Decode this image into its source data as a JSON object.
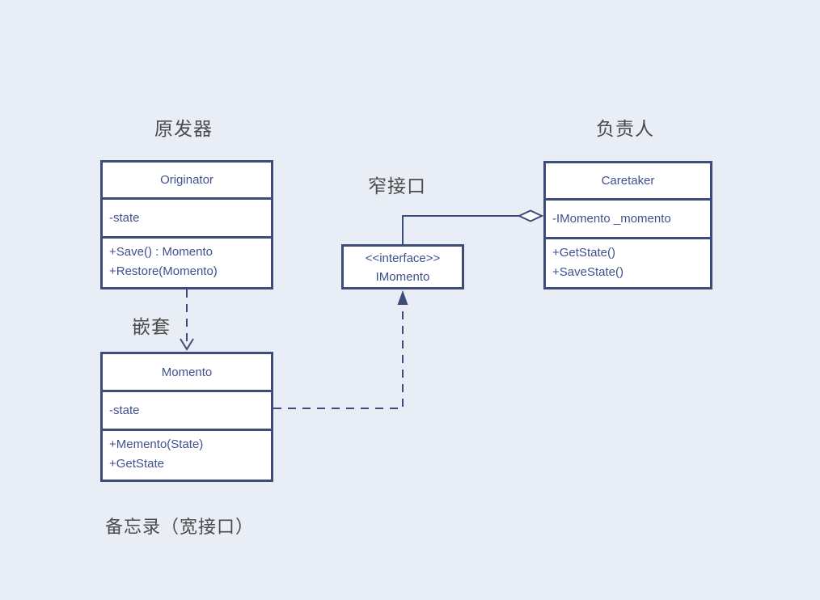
{
  "colors": {
    "background": "#e9edf6",
    "line": "#3e4c7a",
    "box_fill": "#ffffff",
    "box_text": "#40518f",
    "label_text": "#4a4a4a"
  },
  "annotations": {
    "originator_label": "原发器",
    "caretaker_label": "负责人",
    "narrow_interface_label": "窄接口",
    "nesting_label": "嵌套",
    "memento_wide_label": "备忘录（宽接口）"
  },
  "classes": {
    "originator": {
      "name": "Originator",
      "fields": [
        "-state"
      ],
      "methods": [
        "+Save() : Momento",
        "+Restore(Momento)"
      ]
    },
    "caretaker": {
      "name": "Caretaker",
      "fields": [
        "-IMomento _momento"
      ],
      "methods": [
        "+GetState()",
        "+SaveState()"
      ]
    },
    "momento": {
      "name": "Momento",
      "fields": [
        "-state"
      ],
      "methods": [
        "+Memento(State)",
        "+GetState"
      ]
    },
    "imomento_interface": {
      "stereotype": "<<interface>>",
      "name": "IMomento"
    }
  }
}
